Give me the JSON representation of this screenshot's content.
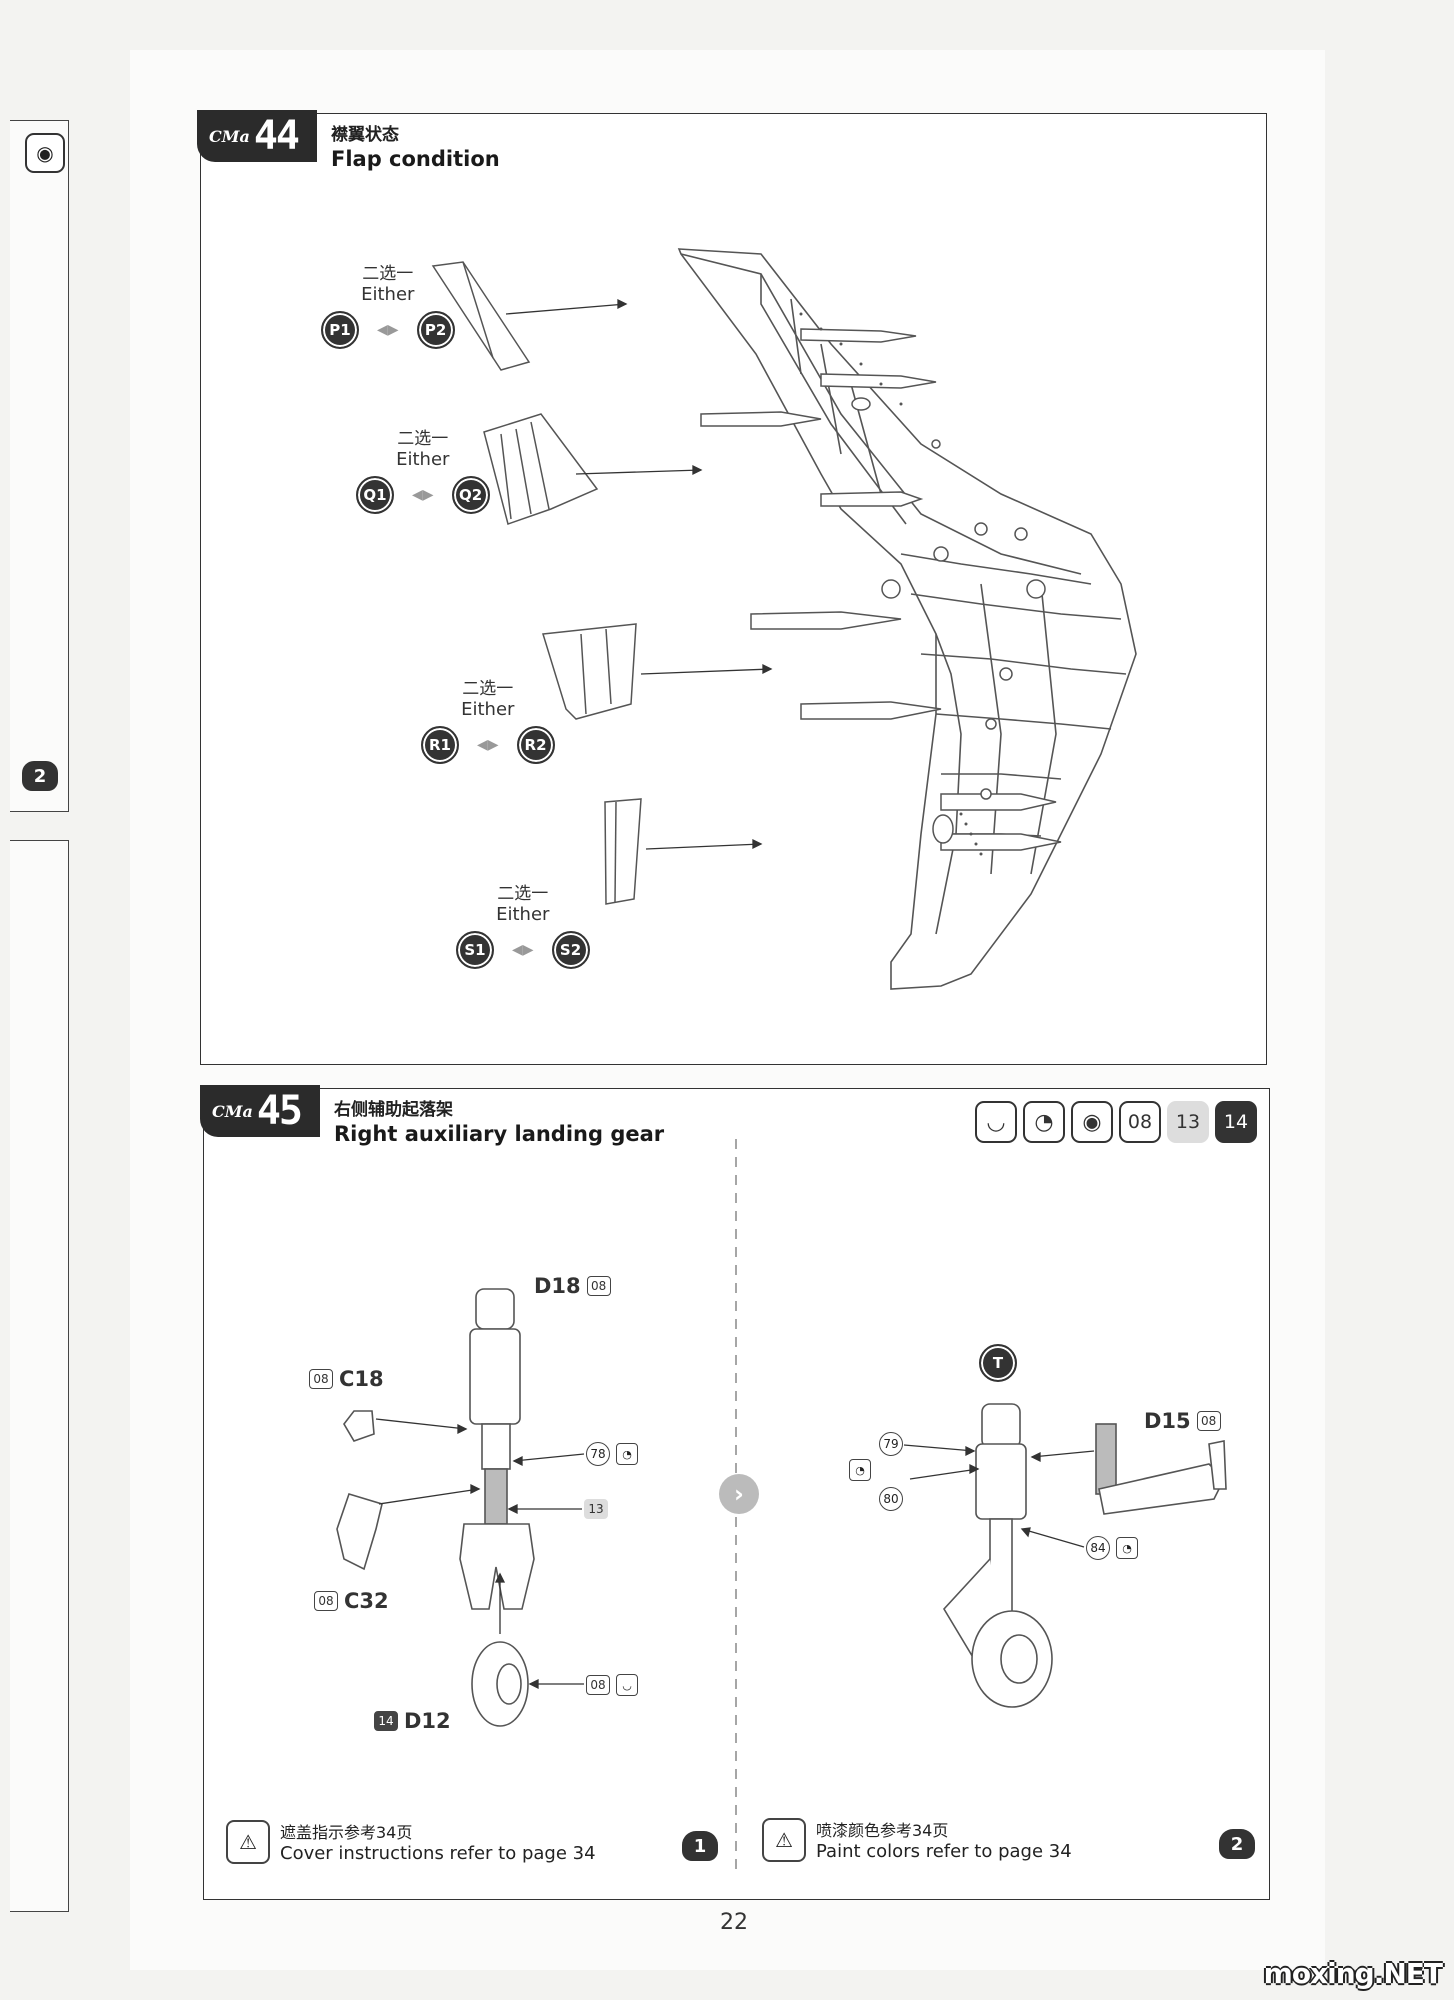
{
  "step44": {
    "prefix": "CMa",
    "number": "44",
    "title_cn": "襟翼状态",
    "title_en": "Flap condition",
    "groups": [
      {
        "cn": "二选一",
        "en": "Either",
        "a": "P1",
        "b": "P2"
      },
      {
        "cn": "二选一",
        "en": "Either",
        "a": "Q1",
        "b": "Q2"
      },
      {
        "cn": "二选一",
        "en": "Either",
        "a": "R1",
        "b": "R2"
      },
      {
        "cn": "二选一",
        "en": "Either",
        "a": "S1",
        "b": "S2"
      }
    ]
  },
  "step45": {
    "prefix": "CMa",
    "number": "45",
    "title_cn": "右侧辅助起落架",
    "title_en": "Right auxiliary landing gear",
    "header_icons": {
      "i1": "◡",
      "i2": "◔",
      "i3": "◉",
      "n1": "08",
      "n2": "13",
      "n3": "14"
    },
    "left": {
      "d18": "D18",
      "d18_code": "08",
      "c18": "C18",
      "c18_code": "08",
      "c32": "C32",
      "c32_code": "08",
      "d12": "D12",
      "d12_code": "14",
      "ref78": "78",
      "ref13": "13",
      "ref08": "08"
    },
    "right": {
      "t": "T",
      "d15": "D15",
      "d15_code": "08",
      "ref79": "79",
      "ref80": "80",
      "ref84": "84"
    },
    "note_left_cn": "遮盖指示参考34页",
    "note_left_en": "Cover instructions refer to page 34",
    "note_right_cn": "喷漆颜色参考34页",
    "note_right_en": "Paint colors refer to page 34",
    "bear_left": "1",
    "bear_right": "2"
  },
  "side_strip": {
    "bear": "2"
  },
  "page_number": "22",
  "watermark": "moxing.NET"
}
